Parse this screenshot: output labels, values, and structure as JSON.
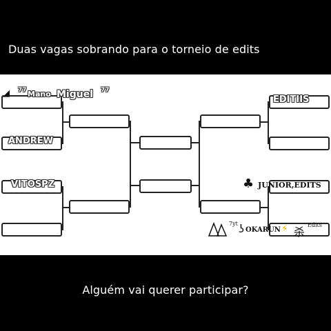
{
  "captions": {
    "top": "Duas vagas sobrando para o torneio de edits",
    "bottom": "Alguém vai querer participar?"
  },
  "participants": {
    "mano_miguel": {
      "prefix": "77",
      "name_a": "Mano",
      "name_b": "Miguel",
      "suffix": "77"
    },
    "andrew": "ANDREW",
    "vitospz": "VITOSPZ",
    "editiis": "EDITIIS",
    "junior": {
      "symbol": "♣",
      "name": "JUNIOR,EDITS"
    },
    "okarun": {
      "prefix": "7yt",
      "name": "OKARUN",
      "bolt": "⚡",
      "kanji": "杀",
      "suffix": "Edits"
    }
  }
}
